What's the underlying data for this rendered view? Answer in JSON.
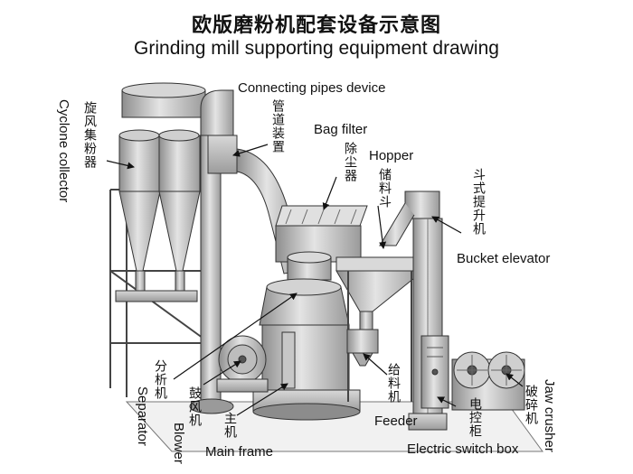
{
  "title_cn": "欧版磨粉机配套设备示意图",
  "title_en": "Grinding mill supporting equipment drawing",
  "labels": {
    "connecting_pipes_en": "Connecting pipes device",
    "connecting_pipes_cn": "管道装置",
    "cyclone_cn": "旋风集粉器",
    "cyclone_en": "Cyclone  collector",
    "bag_filter_en": "Bag filter",
    "bag_filter_cn": "除尘器",
    "hopper_en": "Hopper",
    "hopper_cn": "储料斗",
    "bucket_elevator_cn": "斗式提升机",
    "bucket_elevator_en": "Bucket elevator",
    "separator_cn": "分析机",
    "separator_en": "Separator",
    "blower_cn": "鼓风机",
    "blower_en": "Blower",
    "main_frame_cn": "主机",
    "main_frame_en": "Main frame",
    "feeder_cn": "给料机",
    "feeder_en": "Feeder",
    "switch_box_cn": "电控柜",
    "switch_box_en": "Electric switch box",
    "jaw_crusher_cn": "破碎机",
    "jaw_crusher_en": "Jaw crusher"
  }
}
